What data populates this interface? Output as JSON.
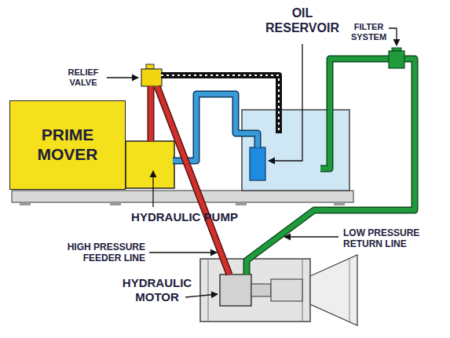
{
  "diagram": {
    "nodes": [
      {
        "text": [
          "PRIME MOVER"
        ]
      }
    ],
    "labels": [
      "OIL RESERVOIR",
      "RELIEF VALVE",
      "FILTER SYSTEM",
      "HYDRAULIC PUMP",
      "HIGH PRESSURE FEEDER LINE",
      "LOW PRESSURE RETURN LINE",
      "HYDRAULIC MOTOR"
    ]
  }
}
